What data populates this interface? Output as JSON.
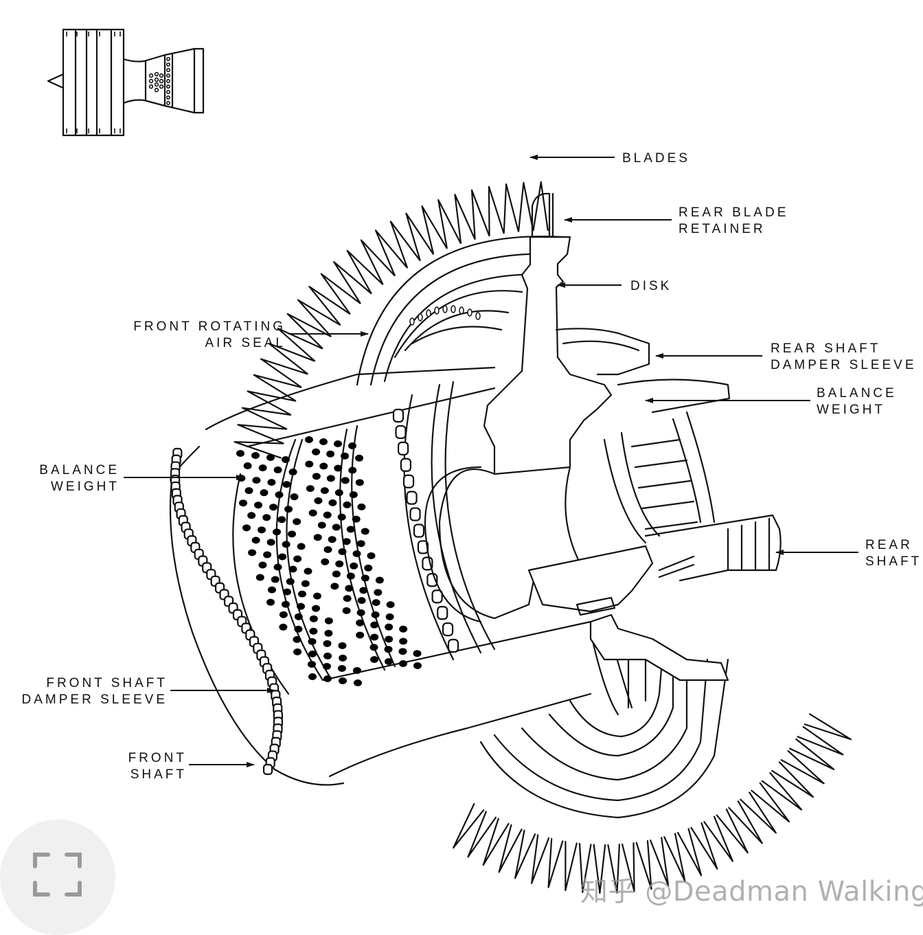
{
  "diagram": {
    "title": "Turbine rotor cutaway with component callouts",
    "locator_icon": "engine-locator-icon",
    "labels": {
      "blades": "BLADES",
      "rear_blade_retainer": [
        "REAR BLADE",
        "RETAINER"
      ],
      "disk": "DISK",
      "front_rotating_air_seal": [
        "FRONT ROTATING",
        "AIR SEAL"
      ],
      "rear_shaft_damper_sleeve": [
        "REAR SHAFT",
        "DAMPER SLEEVE"
      ],
      "balance_weight_rear": [
        "BALANCE",
        "WEIGHT"
      ],
      "balance_weight_front": [
        "BALANCE",
        "WEIGHT"
      ],
      "rear_shaft": [
        "REAR",
        "SHAFT"
      ],
      "front_shaft_damper_sleeve": [
        "FRONT SHAFT",
        "DAMPER SLEEVE"
      ],
      "front_shaft": [
        "FRONT",
        "SHAFT"
      ]
    }
  },
  "overlay": {
    "fullscreen_icon": "fullscreen-expand-icon",
    "watermark": "知乎 @Deadman Walking"
  },
  "colors": {
    "line": "#111111",
    "background": "#ffffff",
    "button_bg": "#f0f0f0",
    "icon_gray": "#9a9a9a",
    "watermark": "#969696"
  }
}
